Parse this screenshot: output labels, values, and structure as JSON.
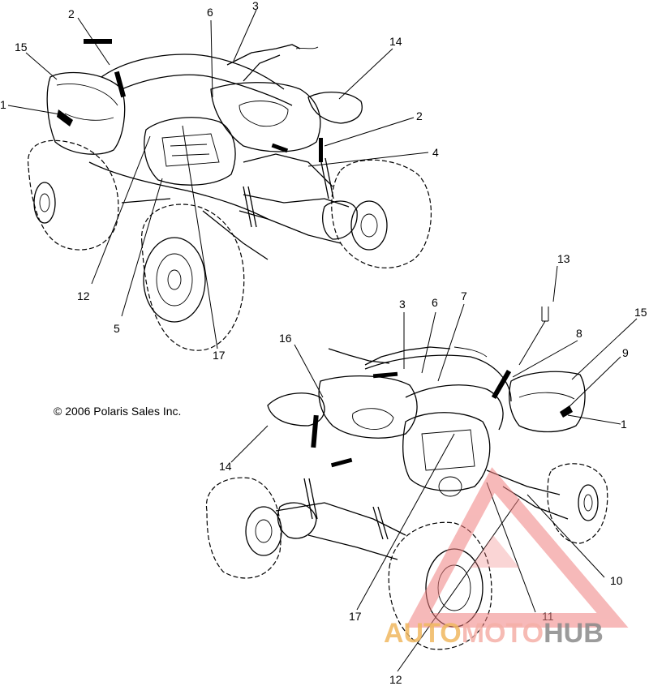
{
  "copyright": "© 2006 Polaris Sales Inc.",
  "callouts_top": [
    "2",
    "6",
    "3",
    "15",
    "1",
    "14",
    "2",
    "4",
    "12",
    "5",
    "17"
  ],
  "callouts_bottom": [
    "13",
    "3",
    "6",
    "7",
    "15",
    "8",
    "9",
    "16",
    "1",
    "14",
    "10",
    "17",
    "11",
    "12"
  ],
  "watermark": {
    "auto": "AUTO",
    "moto": "MOTO",
    "hub": "HUB",
    "colors": {
      "auto": "#f0b860",
      "moto": "#f5b0a8",
      "hub": "#8a8a8a",
      "triangle": "#f08080"
    }
  }
}
